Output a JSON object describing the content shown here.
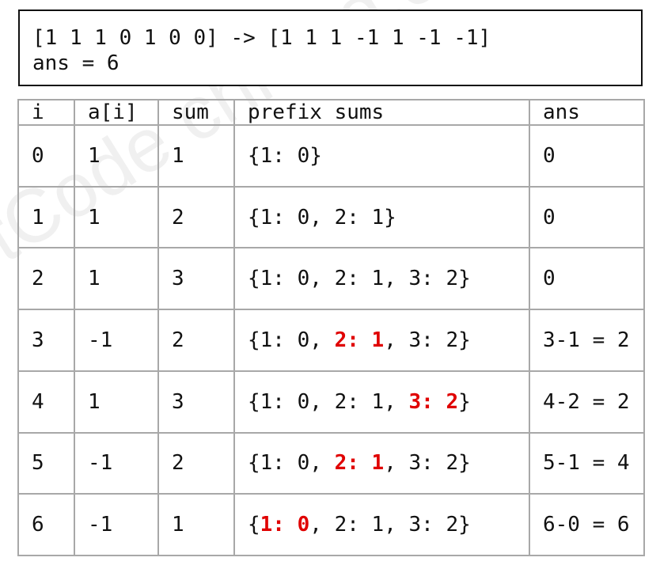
{
  "code": {
    "line1": "[1 1 1 0 1 0 0] -> [1 1 1 -1 1 -1 -1]",
    "line2": "ans = 6"
  },
  "watermark": "tCode chroad.com/blog/",
  "table": {
    "headers": [
      "i",
      "a[i]",
      "sum",
      "prefix sums",
      "ans"
    ],
    "rows": [
      {
        "i": "0",
        "a": "1",
        "sum": "1",
        "prefix": [
          {
            "t": "{1: 0}"
          }
        ],
        "ans": "0"
      },
      {
        "i": "1",
        "a": "1",
        "sum": "2",
        "prefix": [
          {
            "t": "{1: 0, 2: 1}"
          }
        ],
        "ans": "0"
      },
      {
        "i": "2",
        "a": "1",
        "sum": "3",
        "prefix": [
          {
            "t": "{1: 0, 2: 1, 3: 2}"
          }
        ],
        "ans": "0"
      },
      {
        "i": "3",
        "a": "-1",
        "sum": "2",
        "prefix": [
          {
            "t": "{1: 0, "
          },
          {
            "t": "2: 1",
            "hl": true
          },
          {
            "t": ", 3: 2}"
          }
        ],
        "ans": "3-1 = 2"
      },
      {
        "i": "4",
        "a": "1",
        "sum": "3",
        "prefix": [
          {
            "t": "{1: 0, 2: 1, "
          },
          {
            "t": "3: 2",
            "hl": true
          },
          {
            "t": "}"
          }
        ],
        "ans": "4-2 = 2"
      },
      {
        "i": "5",
        "a": "-1",
        "sum": "2",
        "prefix": [
          {
            "t": "{1: 0, "
          },
          {
            "t": "2: 1",
            "hl": true
          },
          {
            "t": ", 3: 2}"
          }
        ],
        "ans": "5-1 = 4"
      },
      {
        "i": "6",
        "a": "-1",
        "sum": "1",
        "prefix": [
          {
            "t": "{"
          },
          {
            "t": "1: 0",
            "hl": true
          },
          {
            "t": ", 2: 1, 3: 2}"
          }
        ],
        "ans": "6-0 = 6"
      }
    ]
  },
  "colors": {
    "highlight": "#e00000",
    "grid": "#a8a8a8",
    "text": "#111111"
  }
}
